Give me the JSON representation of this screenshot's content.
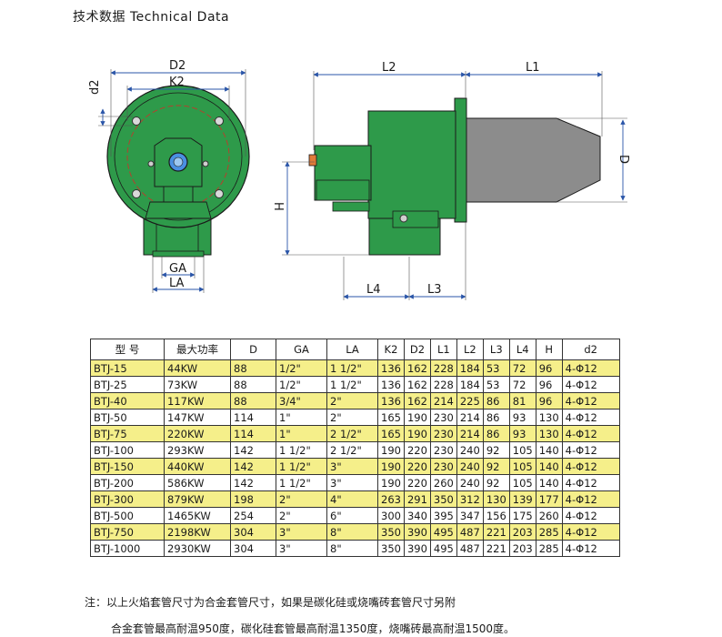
{
  "heading": "技术数据 Technical Data",
  "drawing_labels": {
    "D2": "D2",
    "K2": "K2",
    "d2": "d2",
    "GA": "GA",
    "LA": "LA",
    "L2": "L2",
    "L1": "L1",
    "D": "D",
    "H": "H",
    "L4": "L4",
    "L3": "L3"
  },
  "table": {
    "headers": [
      "型  号",
      "最大功率",
      "D",
      "GA",
      "LA",
      "K2",
      "D2",
      "L1",
      "L2",
      "L3",
      "L4",
      "H",
      "d2"
    ],
    "rows": [
      [
        "BTJ-15",
        "44KW",
        "88",
        "1/2\"",
        "1 1/2\"",
        "136",
        "162",
        "228",
        "184",
        "53",
        "72",
        "96",
        "4-Φ12"
      ],
      [
        "BTJ-25",
        "73KW",
        "88",
        "1/2\"",
        "1 1/2\"",
        "136",
        "162",
        "228",
        "184",
        "53",
        "72",
        "96",
        "4-Φ12"
      ],
      [
        "BTJ-40",
        "117KW",
        "88",
        "3/4\"",
        "2\"",
        "136",
        "162",
        "214",
        "225",
        "86",
        "81",
        "96",
        "4-Φ12"
      ],
      [
        "BTJ-50",
        "147KW",
        "114",
        "1\"",
        "2\"",
        "165",
        "190",
        "230",
        "214",
        "86",
        "93",
        "130",
        "4-Φ12"
      ],
      [
        "BTJ-75",
        "220KW",
        "114",
        "1\"",
        "2 1/2\"",
        "165",
        "190",
        "230",
        "214",
        "86",
        "93",
        "130",
        "4-Φ12"
      ],
      [
        "BTJ-100",
        "293KW",
        "142",
        "1 1/2\"",
        "2 1/2\"",
        "190",
        "220",
        "230",
        "240",
        "92",
        "105",
        "140",
        "4-Φ12"
      ],
      [
        "BTJ-150",
        "440KW",
        "142",
        "1 1/2\"",
        "3\"",
        "190",
        "220",
        "230",
        "240",
        "92",
        "105",
        "140",
        "4-Φ12"
      ],
      [
        "BTJ-200",
        "586KW",
        "142",
        "1 1/2\"",
        "3\"",
        "190",
        "220",
        "260",
        "240",
        "92",
        "105",
        "140",
        "4-Φ12"
      ],
      [
        "BTJ-300",
        "879KW",
        "198",
        "2\"",
        "4\"",
        "263",
        "291",
        "350",
        "312",
        "130",
        "139",
        "177",
        "4-Φ12"
      ],
      [
        "BTJ-500",
        "1465KW",
        "254",
        "2\"",
        "6\"",
        "300",
        "340",
        "395",
        "347",
        "156",
        "175",
        "260",
        "4-Φ12"
      ],
      [
        "BTJ-750",
        "2198KW",
        "304",
        "3\"",
        "8\"",
        "350",
        "390",
        "495",
        "487",
        "221",
        "203",
        "285",
        "4-Φ12"
      ],
      [
        "BTJ-1000",
        "2930KW",
        "304",
        "3\"",
        "8\"",
        "350",
        "390",
        "495",
        "487",
        "221",
        "203",
        "285",
        "4-Φ12"
      ]
    ]
  },
  "note": {
    "line1": "注：以上火焰套管尺寸为合金套管尺寸，如果是碳化硅或烧嘴砖套管尺寸另附",
    "line2": "合金套管最高耐温950度，碳化硅套管最高耐温1350度，烧嘴砖最高耐温1500度。"
  },
  "colors": {
    "body_green": "#2e9a4a",
    "nozzle_gray": "#8c8c8c",
    "dim_line": "#2a55a8",
    "highlight": "#f5ef8a"
  }
}
